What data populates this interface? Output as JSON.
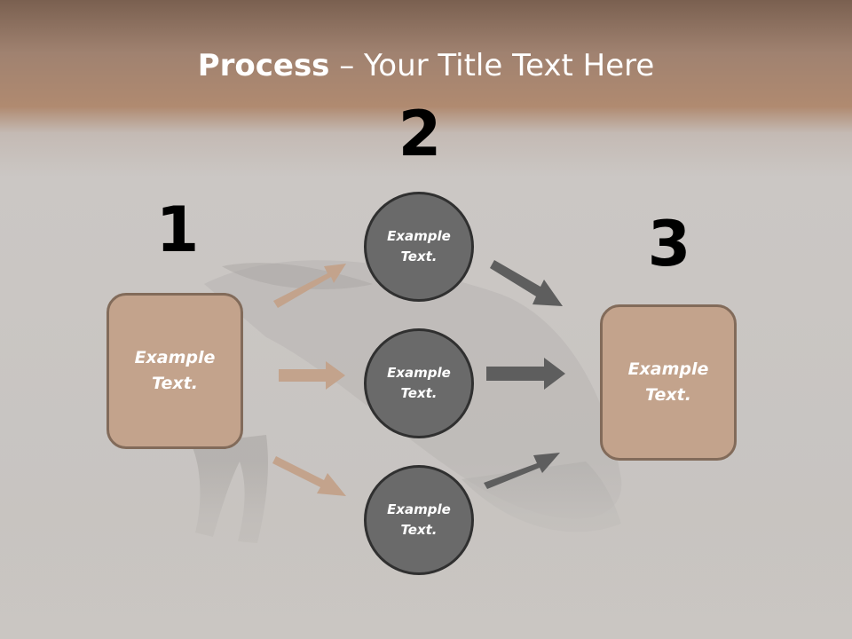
{
  "title": {
    "bold": "Process",
    "rest": " – Your Title Text Here"
  },
  "steps": [
    {
      "number": "1",
      "label": "Example Text."
    },
    {
      "number": "2",
      "items": [
        "Example Text.",
        "Example Text.",
        "Example Text."
      ]
    },
    {
      "number": "3",
      "label": "Example Text."
    }
  ],
  "colors": {
    "box_fill": "#c3a38c",
    "box_border": "#826b5a",
    "circle_fill": "#6a6a6a",
    "circle_border": "#303030",
    "arrow_left": "#c3a38c",
    "arrow_right": "#5e5e5e"
  }
}
